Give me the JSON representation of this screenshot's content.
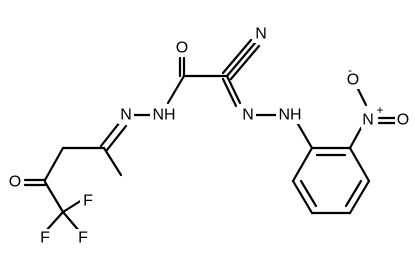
{
  "atoms": {
    "nitrile_n": "N",
    "amide_o": "O",
    "nh_amide": "NH",
    "n_imine_left": "N",
    "n_imine_right": "N",
    "nh_aryl": "NH",
    "nitro_o_minus": "O",
    "nitro_o_minus_charge": "-",
    "nitro_n_plus": "N",
    "nitro_n_plus_charge": "+",
    "nitro_o": "O",
    "ketone_o": "O",
    "f_top": "F",
    "f_left": "F",
    "f_right": "F"
  }
}
